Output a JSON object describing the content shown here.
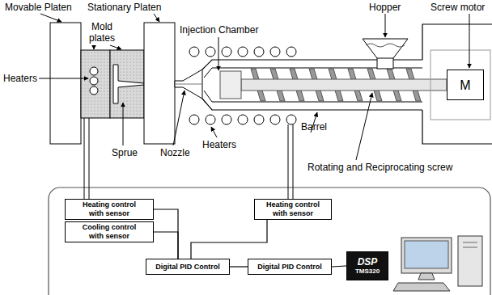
{
  "diagram": {
    "nodes": [
      {
        "text": [
          "M"
        ]
      },
      {
        "text": [
          "Heating control with sensor"
        ]
      },
      {
        "text": [
          "Cooling control with sensor"
        ]
      },
      {
        "text": [
          "Heating control with sensor"
        ]
      },
      {
        "text": [
          "Digital PID Control"
        ]
      },
      {
        "text": [
          "Digital PID Control"
        ]
      },
      {
        "text": [
          "DSP",
          "TMS320"
        ]
      }
    ],
    "edges": [
      {
        "from": 1,
        "to": 4,
        "arrow": "none"
      },
      {
        "from": 2,
        "to": 4,
        "arrow": "none"
      },
      {
        "from": 3,
        "to": 4,
        "arrow": "none"
      },
      {
        "from": 4,
        "to": 5,
        "arrow": "none"
      },
      {
        "from": 5,
        "to": 6,
        "arrow": "none"
      }
    ],
    "labels": [
      "Movable Platen",
      "Stationary Platen",
      "Hopper",
      "Screw motor",
      "Mold plates",
      "Injection Chamber",
      "Heaters",
      "Sprue",
      "Nozzle",
      "Heaters",
      "Barrel",
      "Rotating and Reciprocating screw"
    ]
  }
}
